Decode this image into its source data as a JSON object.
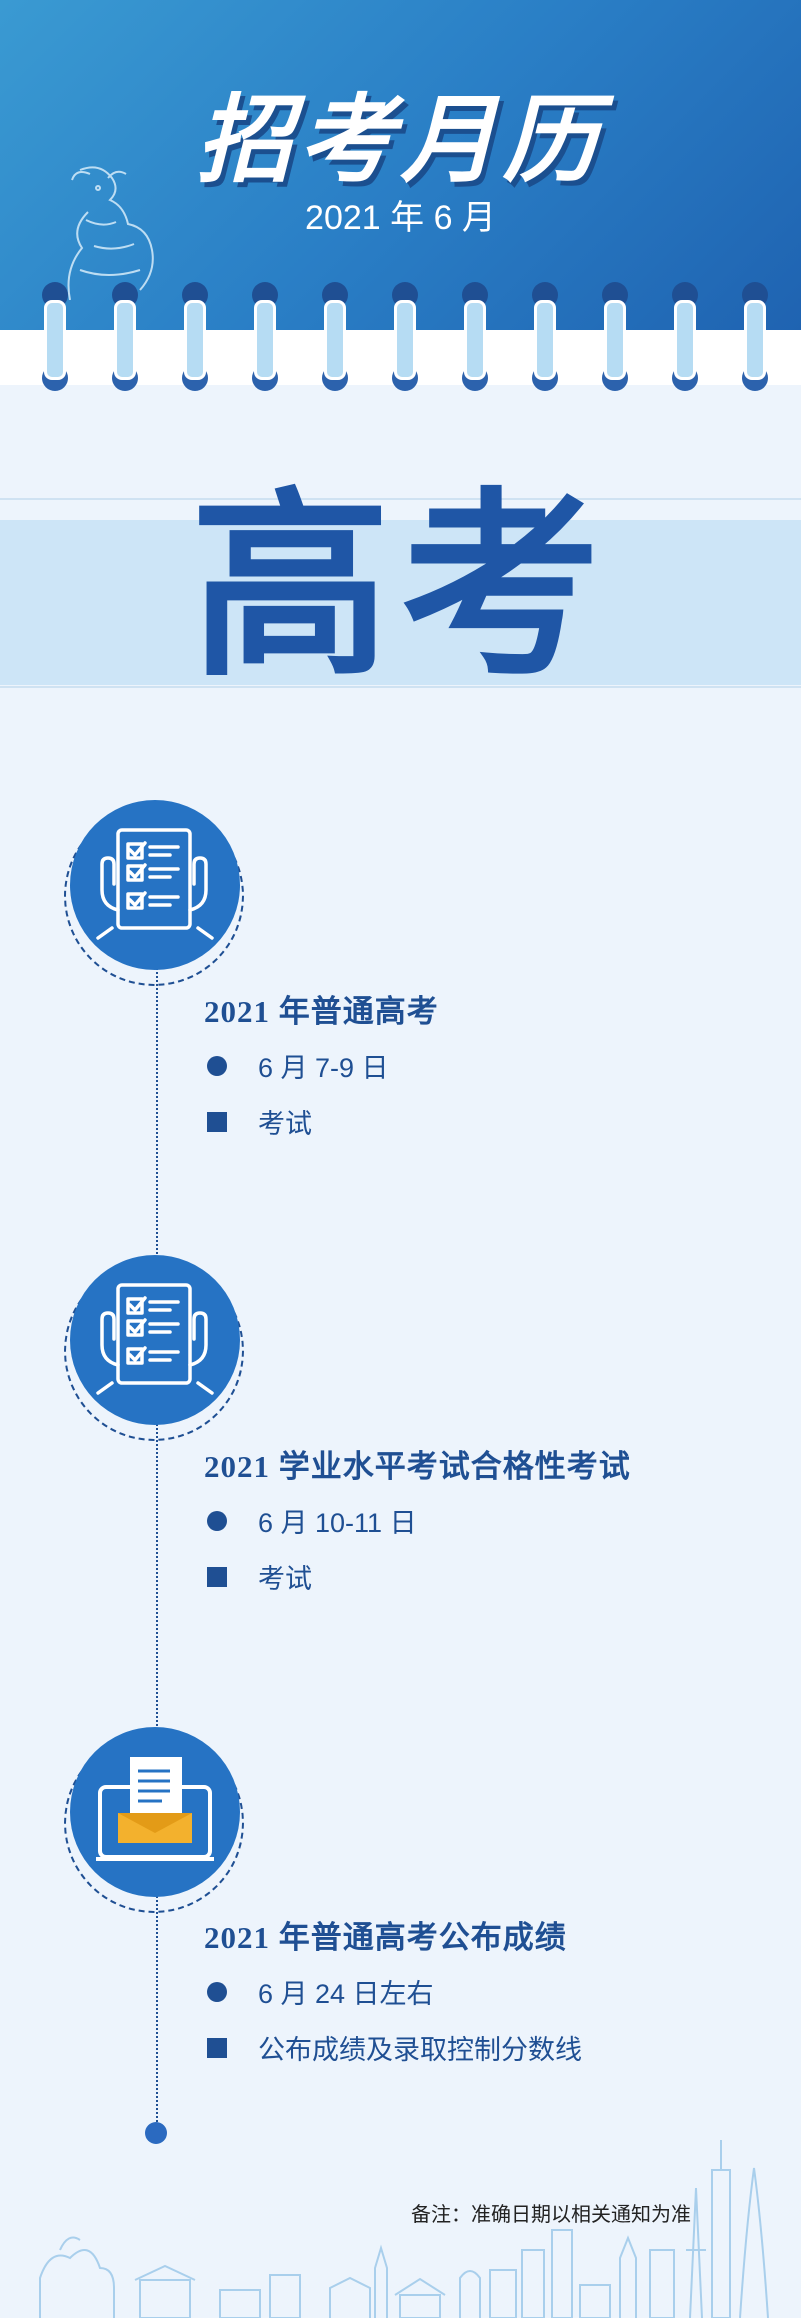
{
  "header": {
    "title": "招考月历",
    "subtitle": "2021 年 6 月"
  },
  "section": {
    "title": "高考"
  },
  "events": [
    {
      "title": "2021 年普通高考",
      "date": "6 月 7-9 日",
      "type": "考试",
      "icon": "checklist-icon"
    },
    {
      "title": "2021 学业水平考试合格性考试",
      "date": "6 月 10-11 日",
      "type": "考试",
      "icon": "checklist-icon"
    },
    {
      "title": "2021 年普通高考公布成绩",
      "date": "6 月 24 日左右",
      "type": "公布成绩及录取控制分数线",
      "icon": "envelope-document-icon"
    }
  ],
  "note": "备注：准确日期以相关通知为准",
  "colors": {
    "primary": "#1f4f93",
    "accent": "#2673c4",
    "header": "#2a7fc6",
    "background": "#edf4fc"
  }
}
